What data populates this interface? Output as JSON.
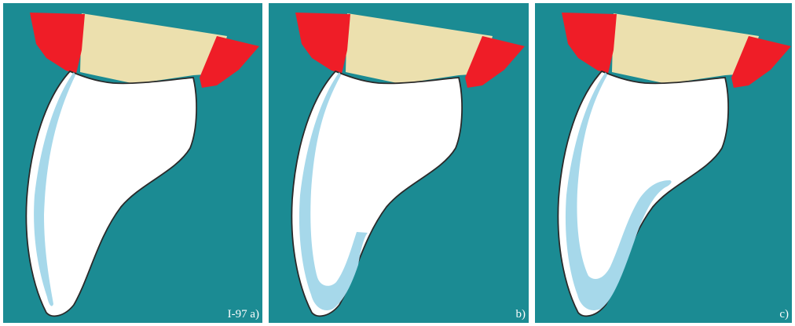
{
  "colors": {
    "background": "#1b8b93",
    "tooth": "#ffffff",
    "outline": "#2a2a2a",
    "light_blue": "#a6d8ea",
    "red": "#ef1d27",
    "beige": "#ece0ae"
  },
  "panels": [
    {
      "caption": "I-97 a)"
    },
    {
      "caption": "b)"
    },
    {
      "caption": "c)"
    }
  ]
}
